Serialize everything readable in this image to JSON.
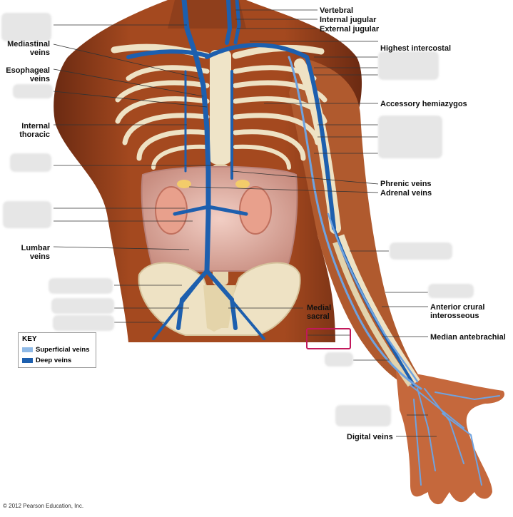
{
  "labels": {
    "vertebral": "Vertebral",
    "internal_jugular": "Internal jugular",
    "external_jugular": "External jugular",
    "highest_intercostal": "Highest intercostal",
    "mediastinal_veins_1": "Mediastinal",
    "mediastinal_veins_2": "veins",
    "esophageal_veins_1": "Esophageal",
    "esophageal_veins_2": "veins",
    "accessory_hemiazygos": "Accessory hemiazygos",
    "internal_thoracic_1": "Internal",
    "internal_thoracic_2": "thoracic",
    "phrenic_veins": "Phrenic veins",
    "adrenal_veins": "Adrenal veins",
    "lumbar_veins_1": "Lumbar",
    "lumbar_veins_2": "veins",
    "anterior_crural_1": "Anterior crural",
    "anterior_crural_2": "interosseous",
    "medial_sacral_1": "Medial",
    "medial_sacral_2": "sacral",
    "median_antebrachial": "Median antebrachial",
    "digital_veins": "Digital veins"
  },
  "key": {
    "title": "KEY",
    "superficial": "Superficial veins",
    "deep": "Deep veins",
    "superficial_color": "#8fb9e6",
    "deep_color": "#1d5fae"
  },
  "copyright": "© 2012 Pearson Education, Inc.",
  "colors": {
    "skin": "#9a4420",
    "skin_dark": "#6b2a12",
    "bone": "#eee2c4",
    "vein_deep": "#1d5fae",
    "vein_superficial": "#6fa3e0",
    "kidney": "#e8a08c",
    "highlight": "#c2185b"
  }
}
